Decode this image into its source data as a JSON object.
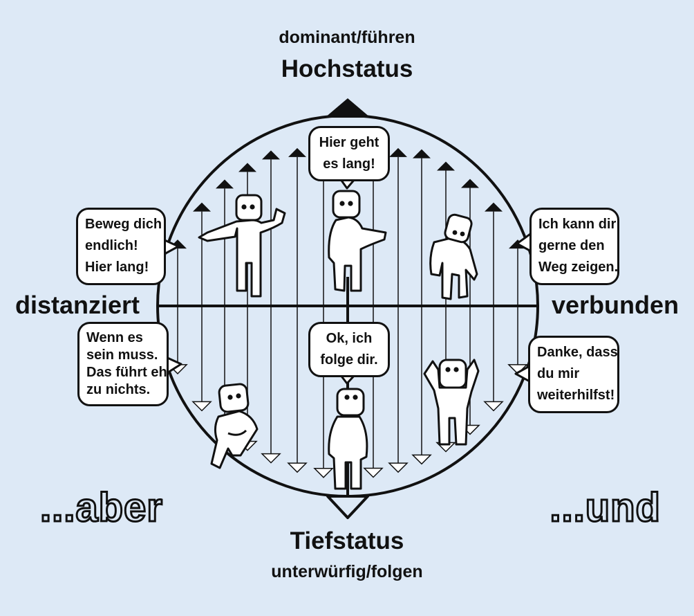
{
  "labels": {
    "top_sub": "dominant/führen",
    "top_title": "Hochstatus",
    "bottom_title": "Tiefstatus",
    "bottom_sub": "unterwürfig/folgen",
    "left": "distanziert",
    "right": "verbunden",
    "bottom_left": "...aber",
    "bottom_right": "...und"
  },
  "bubbles": {
    "top_left": [
      "Beweg dich",
      "endlich!",
      "Hier lang!"
    ],
    "top_center": [
      "Hier geht",
      "es lang!"
    ],
    "top_right": [
      "Ich kann dir",
      "gerne den",
      "Weg zeigen."
    ],
    "bottom_left": [
      "Wenn es",
      "sein muss.",
      "Das führt eh",
      "zu nichts."
    ],
    "bottom_center": [
      "Ok, ich",
      "folge dir."
    ],
    "bottom_right": [
      "Danke, dass",
      "du mir",
      "weiterhilfst!"
    ]
  },
  "colors": {
    "background": "#dde9f6",
    "ink": "#111111",
    "figure_fill": "#ffffff"
  }
}
